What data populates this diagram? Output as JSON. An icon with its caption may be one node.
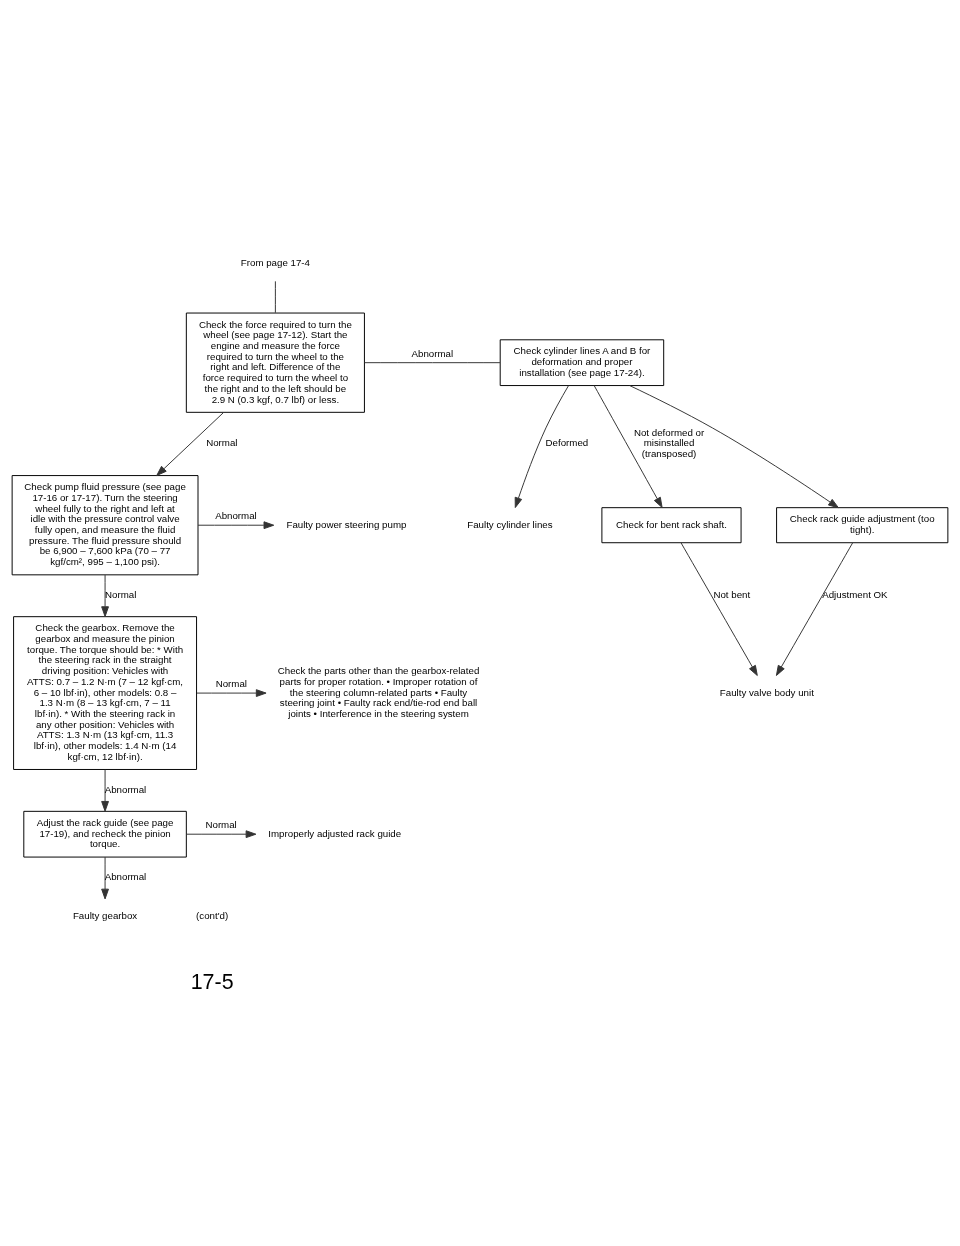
{
  "diagram": {
    "nodes": [
      {
        "text": [
          "From page 17-4"
        ]
      },
      {
        "text": [
          "Check the force required to turn the wheel (see page 17-12). Start the engine and measure the force required to turn the wheel to the right and left. Difference of the force required to turn the wheel to the right and to the left should be 2.9 N (0.3 kgf, 0.7 lbf) or less."
        ]
      },
      {
        "text": [
          "Check cylinder lines A and B for deformation and proper installation (see page 17-24)."
        ]
      },
      {
        "text": [
          "Faulty cylinder lines"
        ]
      },
      {
        "text": [
          "Check for bent rack shaft."
        ]
      },
      {
        "text": [
          "Check rack guide adjustment (too tight)."
        ]
      },
      {
        "text": [
          "Faulty valve body unit"
        ]
      },
      {
        "text": [
          "Check pump fluid pressure (see page 17-16 or 17-17). Turn the steering wheel fully to the right and left at idle with the pressure control valve fully open, and measure the fluid pressure. The fluid pressure should be 6,900 – 7,600 kPa (70 – 77 kgf/cm², 995 – 1,100 psi)."
        ]
      },
      {
        "text": [
          "Faulty power steering pump"
        ]
      },
      {
        "text": [
          "Check the gearbox. Remove the gearbox and measure the pinion torque. The torque should be: * With the steering rack in the straight driving position: Vehicles with ATTS: 0.7 – 1.2 N·m (7 – 12 kgf·cm, 6 – 10 lbf·in), other models: 0.8 – 1.3 N·m (8 – 13 kgf·cm, 7 – 11 lbf·in). * With the steering rack in any other position: Vehicles with ATTS: 1.3 N·m (13 kgf·cm, 11.3 lbf·in), other models: 1.4 N·m (14 kgf·cm, 12 lbf·in)."
        ]
      },
      {
        "text": [
          "Check the parts other than the gearbox-related parts for proper rotation. • Improper rotation of the steering column-related parts • Faulty steering joint • Faulty rack end/tie-rod end ball joints • Interference in the steering system"
        ]
      },
      {
        "text": [
          "Adjust the rack guide (see page 17-19), and recheck the pinion torque."
        ]
      },
      {
        "text": [
          "Improperly adjusted rack guide"
        ]
      },
      {
        "text": [
          "Faulty gearbox"
        ]
      }
    ],
    "edges": [
      {
        "from": 0,
        "to": 1,
        "arrow": "none"
      },
      {
        "from": 1,
        "to": 2,
        "arrow": "none",
        "label": "Abnormal"
      },
      {
        "from": 2,
        "to": 3,
        "arrow": "to",
        "label": "Deformed"
      },
      {
        "from": 2,
        "to": 4,
        "arrow": "to",
        "label": "Not deformed or misinstalled (transposed)"
      },
      {
        "from": 2,
        "to": 5,
        "arrow": "to"
      },
      {
        "from": 4,
        "to": 6,
        "arrow": "to",
        "label": "Not bent"
      },
      {
        "from": 5,
        "to": 6,
        "arrow": "to",
        "label": "Adjustment OK"
      },
      {
        "from": 1,
        "to": 7,
        "arrow": "to",
        "label": "Normal"
      },
      {
        "from": 7,
        "to": 8,
        "arrow": "to",
        "label": "Abnormal"
      },
      {
        "from": 7,
        "to": 9,
        "arrow": "to",
        "label": "Normal"
      },
      {
        "from": 9,
        "to": 10,
        "arrow": "to",
        "label": "Normal"
      },
      {
        "from": 9,
        "to": 11,
        "arrow": "to",
        "label": "Abnormal"
      },
      {
        "from": 11,
        "to": 12,
        "arrow": "to",
        "label": "Normal"
      },
      {
        "from": 11,
        "to": 13,
        "arrow": "to",
        "label": "Abnormal"
      }
    ],
    "labels": [
      "(cont'd)",
      "17-5"
    ]
  }
}
